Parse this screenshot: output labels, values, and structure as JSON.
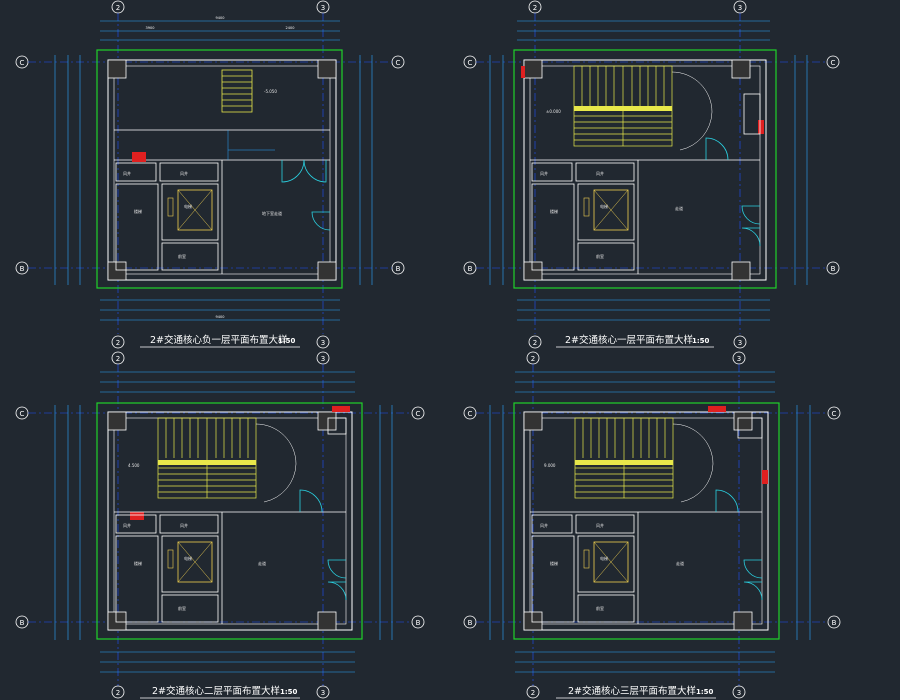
{
  "drawing": {
    "background": "#212830",
    "colors": {
      "border": "#1fd12b",
      "wall": "#ffffff",
      "axis": "#1e53ff",
      "dim": "#2aa5ff",
      "stair": "#e8e84a",
      "door": "#2ad0e0",
      "red": "#e02020",
      "elevator": "#f0d050",
      "text": "#ffffff"
    },
    "axes": {
      "grid_2": "2",
      "grid_3": "3",
      "grid_c": "C",
      "grid_b": "B"
    },
    "plans": [
      {
        "id": "b1",
        "title": "2#交通核心负一层平面布置大样",
        "scale": "1:50"
      },
      {
        "id": "f1",
        "title": "2#交通核心一层平面布置大样",
        "scale": "1:50"
      },
      {
        "id": "f2",
        "title": "2#交通核心二层平面布置大样",
        "scale": "1:50"
      },
      {
        "id": "f3",
        "title": "2#交通核心三层平面布置大样",
        "scale": "1:50"
      }
    ]
  }
}
